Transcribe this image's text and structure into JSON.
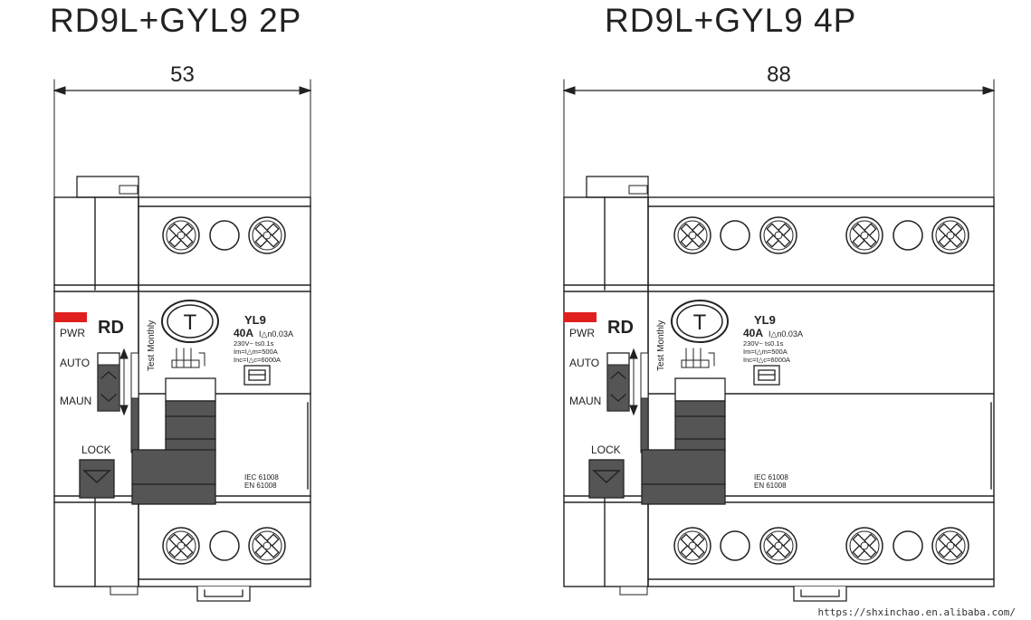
{
  "devices": [
    {
      "title": "RD9L+GYL9 2P",
      "width_dimension": "53",
      "poles": 2,
      "labels": {
        "pwr": "PWR",
        "rd": "RD",
        "auto": "AUTO",
        "maun": "MAUN",
        "lock": "LOCK",
        "test_monthly": "Test Monthly",
        "test_button": "T"
      },
      "rating": {
        "model": "YL9",
        "current": "40A",
        "idn": "I△n0.03A",
        "line1": "230V~  t≤0.1s",
        "line2": "Im=I△m=500A",
        "line3": "Inc=I△c=6000A"
      },
      "standards": [
        "IEC 61008",
        "EN 61008"
      ]
    },
    {
      "title": "RD9L+GYL9 4P",
      "width_dimension": "88",
      "poles": 4,
      "labels": {
        "pwr": "PWR",
        "rd": "RD",
        "auto": "AUTO",
        "maun": "MAUN",
        "lock": "LOCK",
        "test_monthly": "Test Monthly",
        "test_button": "T"
      },
      "rating": {
        "model": "YL9",
        "current": "40A",
        "idn": "I△n0.03A",
        "line1": "230V~  t≤0.1s",
        "line2": "Im=I△m=500A",
        "line3": "Inc=I△c=6000A"
      },
      "standards": [
        "IEC 61008",
        "EN 61008"
      ]
    }
  ],
  "watermark": "https://shxinchao.en.alibaba.com/",
  "colors": {
    "pwr_indicator": "#e0201e",
    "dark_part": "#555555",
    "line": "#222222"
  }
}
